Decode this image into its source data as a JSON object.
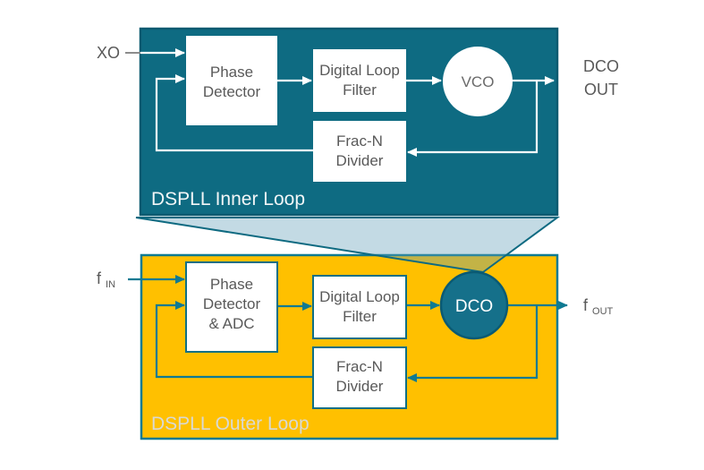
{
  "inner_loop": {
    "label": "DSPLL Inner Loop",
    "input_label": "XO",
    "output_lines": [
      "DCO",
      "OUT"
    ],
    "blocks": {
      "phase_detector": [
        "Phase",
        "Detector"
      ],
      "digital_loop_filter": [
        "Digital Loop",
        "Filter"
      ],
      "vco": "VCO",
      "frac_n_divider": [
        "Frac-N",
        "Divider"
      ]
    }
  },
  "outer_loop": {
    "label": "DSPLL Outer Loop",
    "input": {
      "base": "f",
      "sub": "IN"
    },
    "output": {
      "base": "f",
      "sub": "OUT"
    },
    "blocks": {
      "phase_detector_adc": [
        "Phase",
        "Detector",
        "& ADC"
      ],
      "digital_loop_filter": [
        "Digital Loop",
        "Filter"
      ],
      "dco": "DCO",
      "frac_n_divider": [
        "Frac-N",
        "Divider"
      ]
    }
  },
  "colors": {
    "inner_loop_fill": "#0E6B82",
    "inner_loop_border": "#0A5A70",
    "outer_loop_fill": "#FFC000",
    "outer_loop_border": "#0F7A92",
    "dco_fill": "#15708A",
    "dco_border": "#0A5A73",
    "block_fill": "#FFFFFF",
    "block_border": "#0E6F85",
    "block_text": "#595959",
    "inner_label_text": "#F2F6F7",
    "outer_label_text": "#D9D9D3",
    "arrow_inner": "#FFFFFF",
    "arrow_outer": "#0F7A92",
    "input_stub": "#8C8C8C",
    "funnel_fill": "rgba(96,158,184,0.38)",
    "funnel_stroke": "#0E6A81",
    "io_text": "#595959"
  }
}
